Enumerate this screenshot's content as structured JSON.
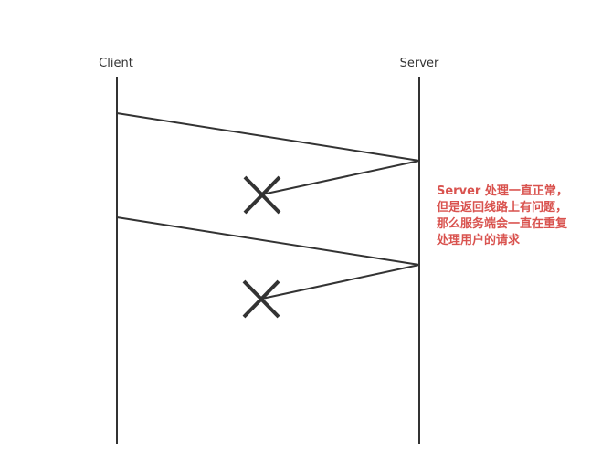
{
  "lifelines": {
    "client_label": "Client",
    "server_label": "Server"
  },
  "note": {
    "lines": [
      "Server 处理一直正常，",
      "但是返回线路上有问题，",
      "那么服务端会一直在重复",
      "处理用户的请求"
    ]
  },
  "colors": {
    "line": "#333333",
    "note": "#d9534f",
    "background": "#ffffff"
  },
  "icons": {
    "lost_marker": "x-cross-icon"
  }
}
